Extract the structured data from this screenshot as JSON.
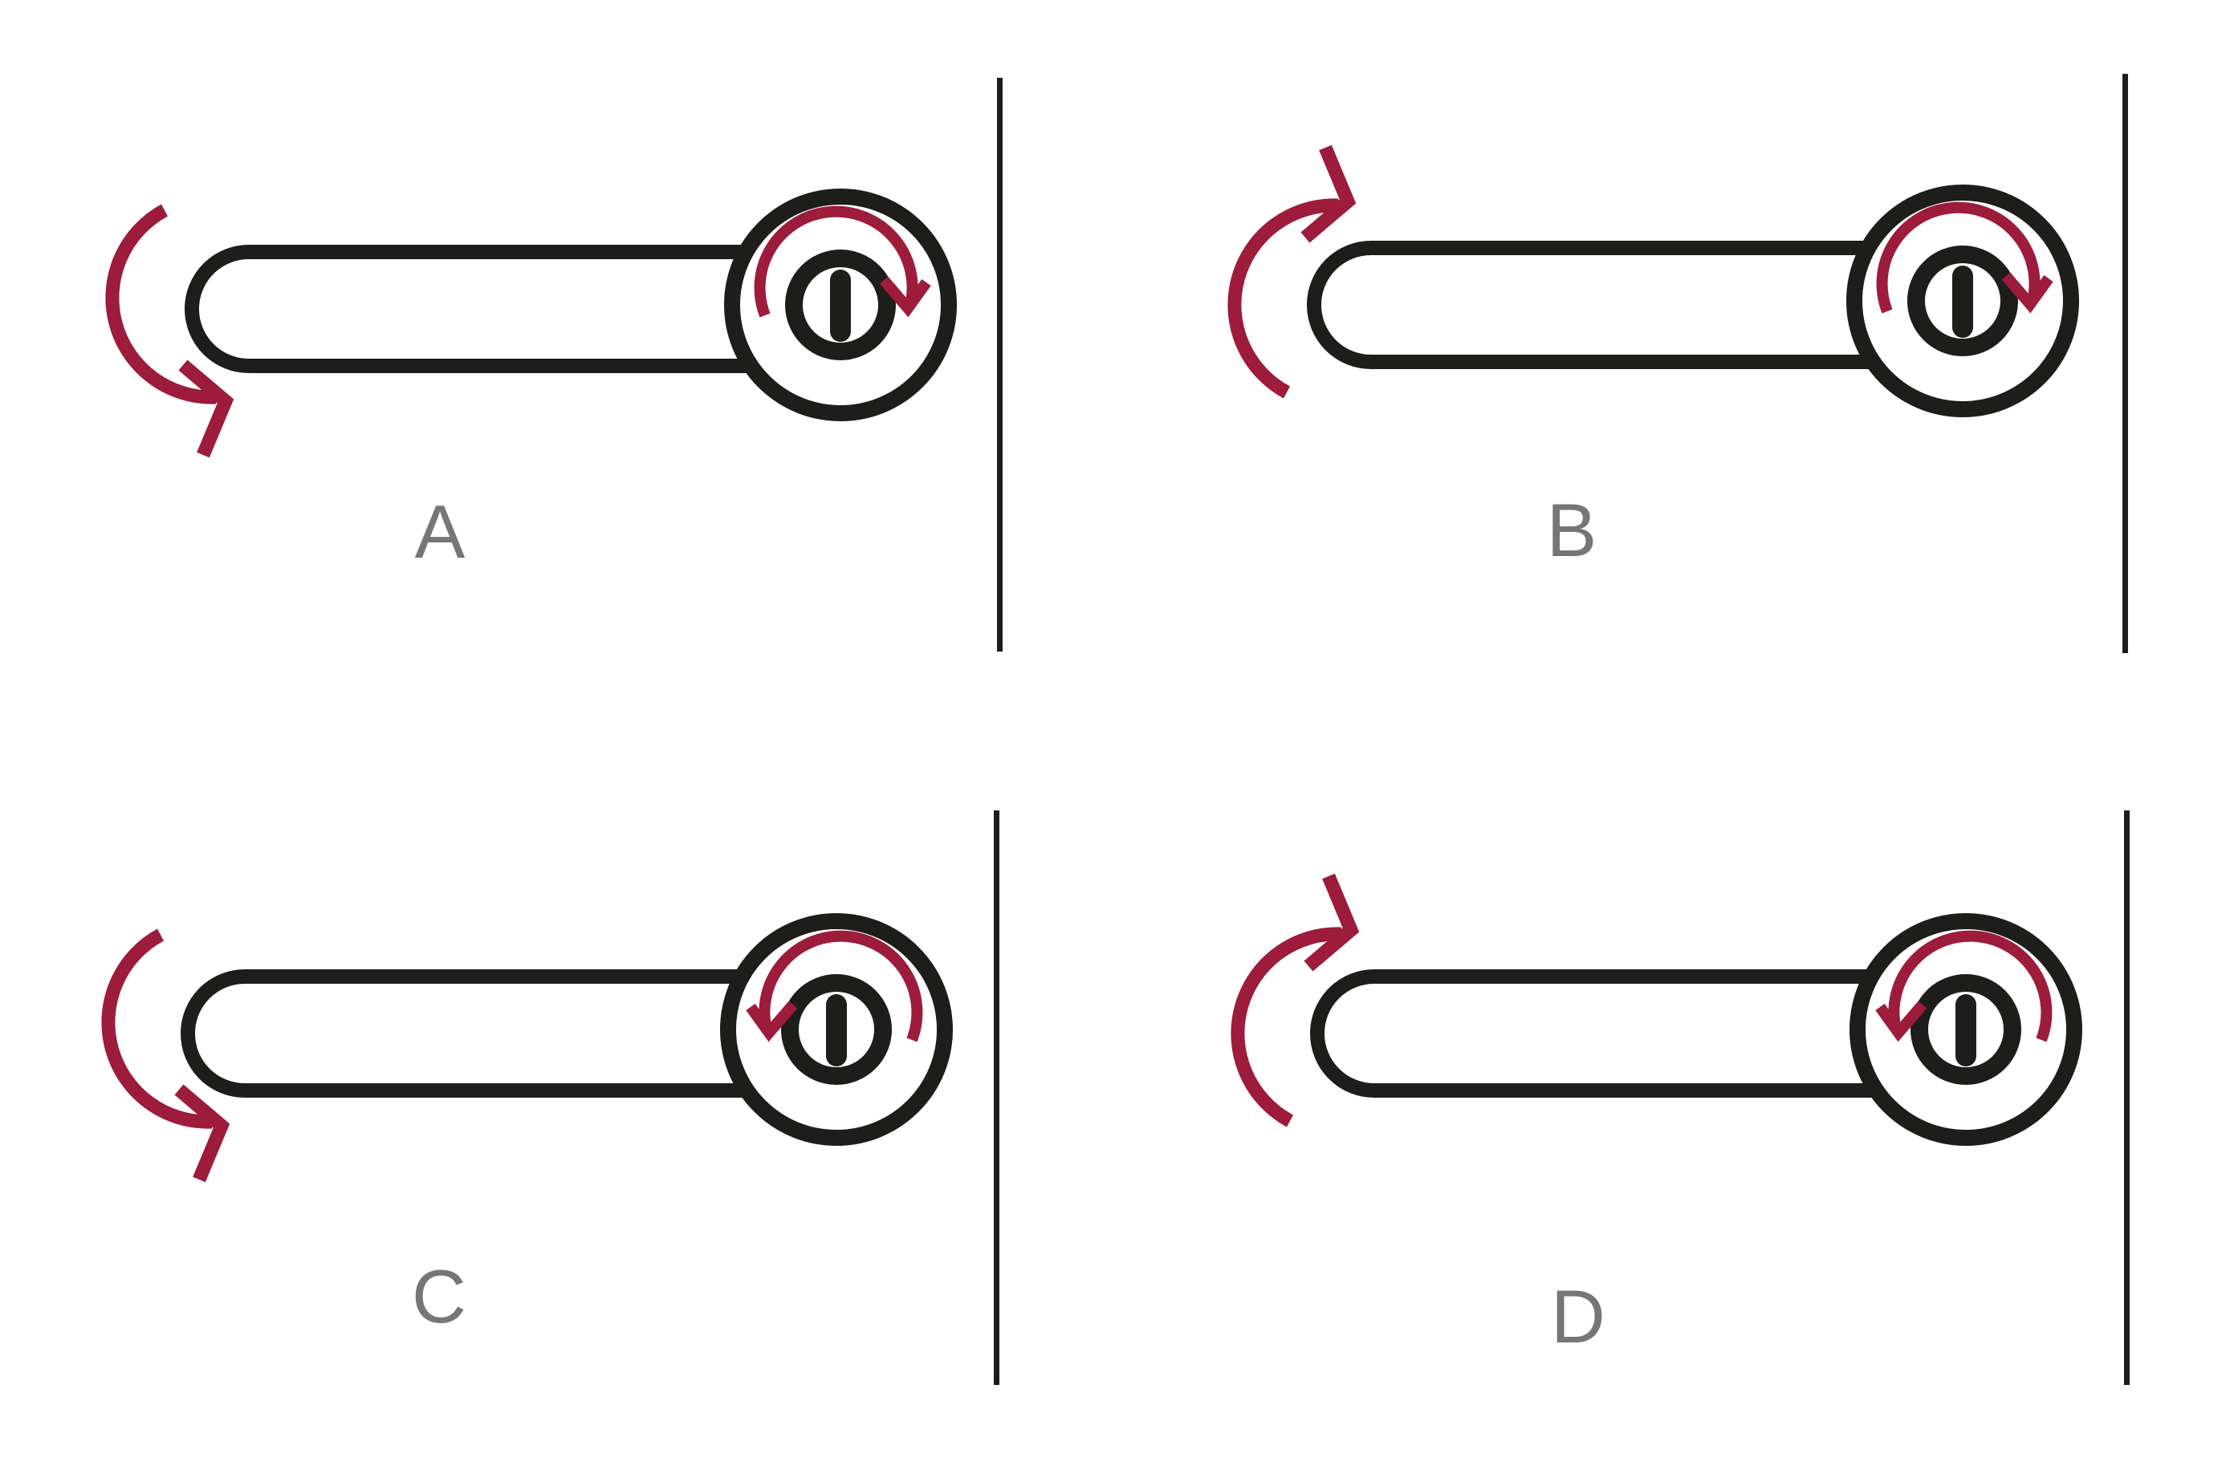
{
  "figure": {
    "description": "Four-option diagram (A, B, C, D) of a door handle with a keyhole; red arrows show handle press direction and key turn direction",
    "background": "#ffffff",
    "colors": {
      "ink": "#1d1d1b",
      "accent": "#9d1b3b",
      "label_gray": "#767676",
      "divider": "#1d1d1b"
    },
    "panels": [
      {
        "id": "A",
        "label": "A",
        "handle_arrow_direction": "down",
        "key_arrow_direction": "clockwise"
      },
      {
        "id": "B",
        "label": "B",
        "handle_arrow_direction": "up",
        "key_arrow_direction": "clockwise"
      },
      {
        "id": "C",
        "label": "C",
        "handle_arrow_direction": "down",
        "key_arrow_direction": "counterclockwise"
      },
      {
        "id": "D",
        "label": "D",
        "handle_arrow_direction": "up",
        "key_arrow_direction": "counterclockwise"
      }
    ]
  }
}
